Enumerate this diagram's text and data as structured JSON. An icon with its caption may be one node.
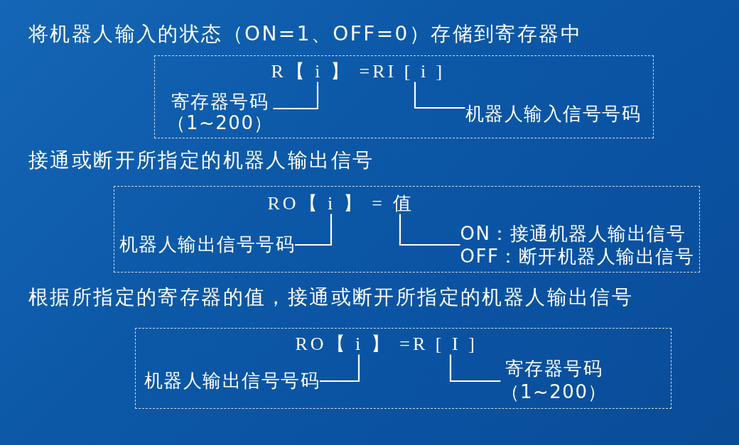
{
  "diagram": {
    "nodes": [
      {
        "text": [],
        "shape": "box"
      },
      {
        "text": [
          "R【 i 】 =RI [ i ]"
        ],
        "in": 0
      },
      {
        "text": [
          "寄存器号码",
          "（1~200）"
        ],
        "in": 0
      },
      {
        "text": [
          "机器人输入信号号码"
        ],
        "in": 0
      },
      {
        "text": [],
        "shape": "box"
      },
      {
        "text": [
          "RO【 i 】 = 值"
        ],
        "in": 4
      },
      {
        "text": [
          "机器人输出信号号码"
        ],
        "in": 4
      },
      {
        "text": [
          "ON：接通机器人输出信号",
          "OFF：断开机器人输出信号"
        ],
        "in": 4
      },
      {
        "text": [],
        "shape": "box"
      },
      {
        "text": [
          "RO【 i 】 =R [ I ]"
        ],
        "in": 8
      },
      {
        "text": [
          "机器人输出信号号码"
        ],
        "in": 8
      },
      {
        "text": [
          "寄存器号码",
          "（1~200）"
        ],
        "in": 8
      }
    ],
    "edges": [
      {
        "from": 2,
        "to": 1,
        "arrow": "none"
      },
      {
        "from": 3,
        "to": 1,
        "arrow": "none"
      },
      {
        "from": 6,
        "to": 5,
        "arrow": "none"
      },
      {
        "from": 7,
        "to": 5,
        "arrow": "none"
      },
      {
        "from": 10,
        "to": 9,
        "arrow": "none"
      },
      {
        "from": 11,
        "to": 9,
        "arrow": "none"
      }
    ],
    "labels": [
      "将机器人输入的状态（ON=1、OFF=0）存储到寄存器中",
      "接通或断开所指定的机器人输出信号",
      "根据所指定的寄存器的值，接通或断开所指定的机器人输出信号"
    ]
  }
}
